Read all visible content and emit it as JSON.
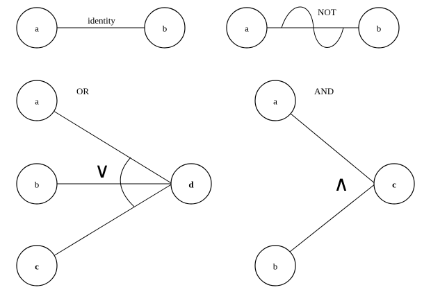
{
  "identity": {
    "label": "identity",
    "source": "a",
    "target": "b"
  },
  "not": {
    "label": "NOT",
    "source": "a",
    "target": "b"
  },
  "or": {
    "label": "OR",
    "inputs": [
      "a",
      "b",
      "c"
    ],
    "output": "d",
    "symbol": "∨"
  },
  "and": {
    "label": "AND",
    "inputs": [
      "a",
      "b"
    ],
    "output": "c",
    "symbol": "∧"
  }
}
